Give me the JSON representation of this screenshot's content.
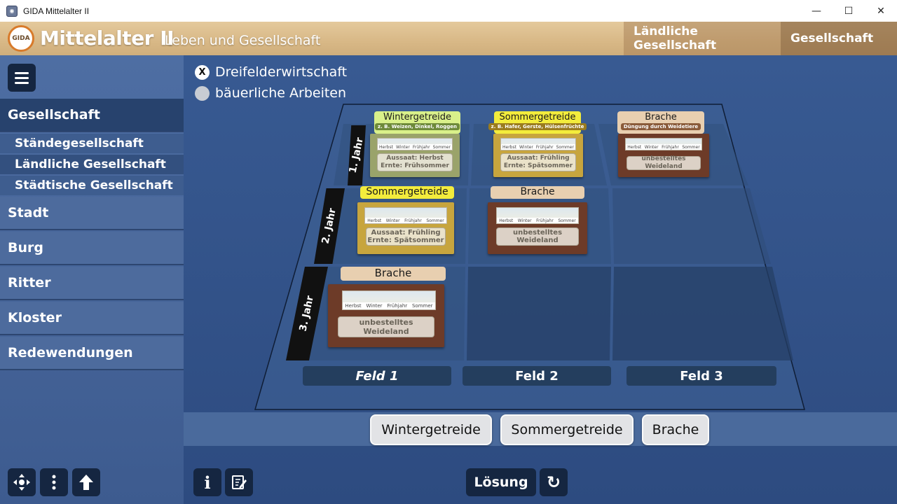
{
  "window": {
    "title": "GIDA Mittelalter II",
    "minimize": "—",
    "maximize": "☐",
    "close": "✕"
  },
  "header": {
    "logo_text": "GIDA",
    "title": "Mittelalter II",
    "subtitle": "Leben und Gesellschaft",
    "breadcrumb": [
      "Ländliche Gesellschaft",
      "Gesellschaft"
    ]
  },
  "sidebar": {
    "active": "Gesellschaft",
    "sub_items": [
      "Ständegesellschaft",
      "Ländliche Gesellschaft",
      "Städtische Gesellschaft"
    ],
    "items": [
      "Stadt",
      "Burg",
      "Ritter",
      "Kloster",
      "Redewendungen"
    ]
  },
  "options": [
    {
      "label": "Dreifelderwirtschaft",
      "mark": "X",
      "selected": true
    },
    {
      "label": "bäuerliche Arbeiten",
      "mark": "",
      "selected": false
    }
  ],
  "board": {
    "years": [
      "1. Jahr",
      "2. Jahr",
      "3. Jahr"
    ],
    "fields": [
      "Feld 1",
      "Feld 2",
      "Feld 3"
    ],
    "seasons": [
      "Herbst",
      "Winter",
      "Frühjahr",
      "Sommer"
    ],
    "cards": {
      "y1f1": {
        "title": "Wintergetreide",
        "sub": "z. B. Weizen, Dinkel, Roggen",
        "l1": "Aussaat: Herbst",
        "l2": "Ernte: Frühsommer"
      },
      "y1f2": {
        "title": "Sommergetreide",
        "sub": "z. B. Hafer, Gerste, Hülsenfrüchte",
        "l1": "Aussaat: Frühling",
        "l2": "Ernte: Spätsommer"
      },
      "y1f3": {
        "title": "Brache",
        "sub": "Düngung durch Weidetiere",
        "l1": "unbestelltes",
        "l2": "Weideland"
      },
      "y2f1": {
        "title": "Sommergetreide",
        "l1": "Aussaat: Frühling",
        "l2": "Ernte: Spätsommer"
      },
      "y2f2": {
        "title": "Brache",
        "l1": "unbestelltes",
        "l2": "Weideland"
      },
      "y3f1": {
        "title": "Brache",
        "l1": "unbestelltes",
        "l2": "Weideland"
      }
    }
  },
  "choices": [
    "Wintergetreide",
    "Sommergetreide",
    "Brache"
  ],
  "toolbar": {
    "info": "i",
    "solution": "Lösung",
    "reset": "↻"
  },
  "colors": {
    "winter_card": "#9aa36a",
    "summer_card": "#c7a53e",
    "brache_card": "#6d3b28",
    "winter_tag": "#d9f08a",
    "summer_tag": "#f3ec3c",
    "brache_tag": "#e8cfb0"
  }
}
